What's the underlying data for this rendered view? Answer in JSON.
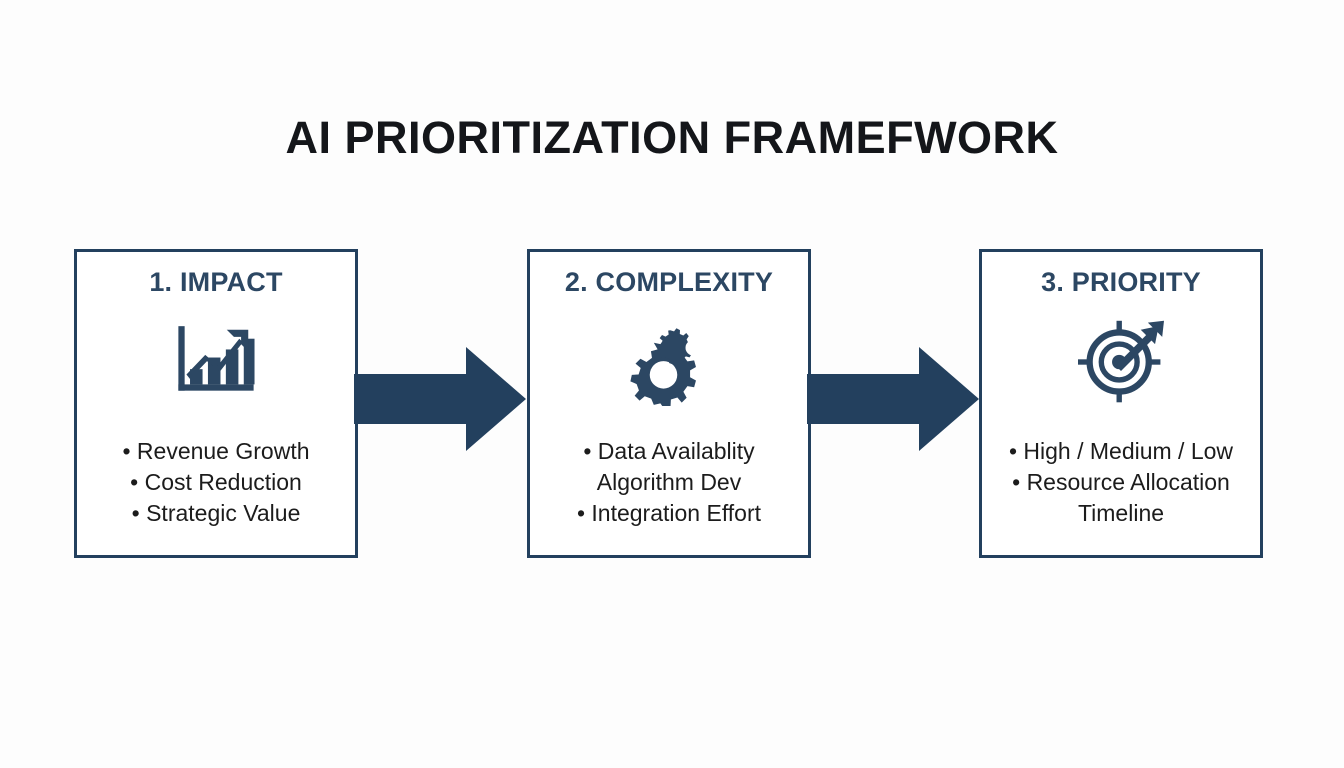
{
  "title": "AI PRIORITIZATION FRAMEFWORK",
  "theme": {
    "background": "#fdfdfd",
    "box_border": "#23405e",
    "box_fill": "#ffffff",
    "heading_color": "#2c4763",
    "title_color": "#14161a",
    "bullet_color": "#1c1c1c",
    "arrow_color": "#23405e",
    "icon_color": "#2c4763"
  },
  "stages": [
    {
      "heading": "1. IMPACT",
      "icon": "bar-chart-growth-icon",
      "bullets": [
        {
          "text": "• Revenue Growth",
          "bulleted": true
        },
        {
          "text": "• Cost Reduction",
          "bulleted": true
        },
        {
          "text": "• Strategic Value",
          "bulleted": true
        }
      ]
    },
    {
      "heading": "2. COMPLEXITY",
      "icon": "gears-icon",
      "bullets": [
        {
          "text": "• Data Availablity",
          "bulleted": true
        },
        {
          "text": "Algorithm Dev",
          "bulleted": false
        },
        {
          "text": "• Integration Effort",
          "bulleted": true
        }
      ]
    },
    {
      "heading": "3. PRIORITY",
      "icon": "target-arrow-icon",
      "bullets": [
        {
          "text": "• High / Medium / Low",
          "bulleted": true
        },
        {
          "text": "• Resource Allocation",
          "bulleted": true
        },
        {
          "text": "Timeline",
          "bulleted": false
        }
      ]
    }
  ],
  "arrows": [
    {
      "from": "1. IMPACT",
      "to": "2. COMPLEXITY",
      "direction": "right"
    },
    {
      "from": "2. COMPLEXITY",
      "to": "3. PRIORITY",
      "direction": "right"
    }
  ]
}
